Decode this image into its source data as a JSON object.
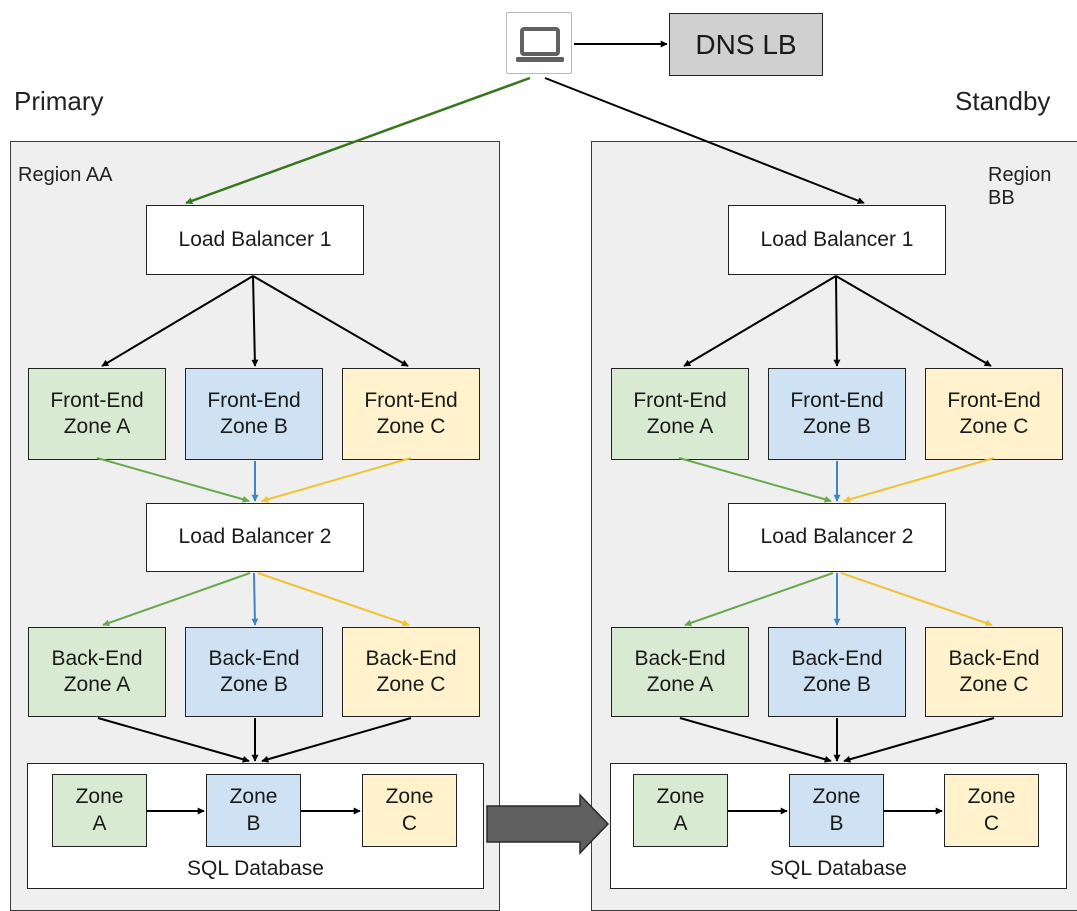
{
  "client": {
    "icon": "laptop-icon"
  },
  "dns_lb": {
    "label": "DNS LB"
  },
  "headings": {
    "primary": "Primary",
    "standby": "Standby"
  },
  "regions": [
    {
      "label": "Region AA",
      "lb1": "Load Balancer 1",
      "lb2": "Load Balancer 2",
      "frontends": [
        "Front-End\nZone A",
        "Front-End\nZone B",
        "Front-End\nZone C"
      ],
      "backends": [
        "Back-End\nZone A",
        "Back-End\nZone B",
        "Back-End\nZone C"
      ],
      "db_zones": [
        "Zone\nA",
        "Zone\nB",
        "Zone\nC"
      ],
      "db_label": "SQL Database"
    },
    {
      "label": "Region BB",
      "lb1": "Load Balancer 1",
      "lb2": "Load Balancer 2",
      "frontends": [
        "Front-End\nZone A",
        "Front-End\nZone B",
        "Front-End\nZone C"
      ],
      "backends": [
        "Back-End\nZone A",
        "Back-End\nZone B",
        "Back-End\nZone C"
      ],
      "db_zones": [
        "Zone\nA",
        "Zone\nB",
        "Zone\nC"
      ],
      "db_label": "SQL Database"
    }
  ],
  "colors": {
    "zone_a_fill": "#d9ead3",
    "zone_b_fill": "#cfe2f3",
    "zone_c_fill": "#fff2cc",
    "zone_a_arrow": "#6aa84f",
    "zone_b_arrow": "#3d85c6",
    "zone_c_arrow": "#f1c232",
    "primary_route_arrow": "#38761d",
    "default_arrow": "#000000",
    "replication_arrow": "#5f5f5f"
  }
}
